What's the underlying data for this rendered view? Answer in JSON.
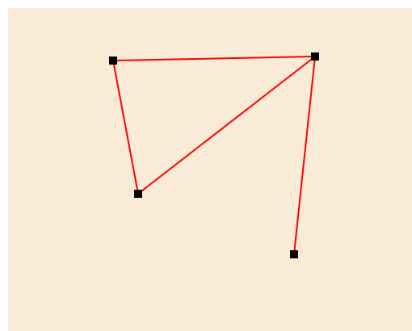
{
  "colors": {
    "background": "#faebd7",
    "line": "#ff0000",
    "handle": "#000000",
    "page": "#ffffff"
  },
  "polyline": {
    "closed": false,
    "vertices": [
      {
        "id": "v1"
      },
      {
        "id": "v2"
      },
      {
        "id": "v3"
      },
      {
        "id": "v4"
      },
      {
        "id": "v5"
      }
    ]
  }
}
